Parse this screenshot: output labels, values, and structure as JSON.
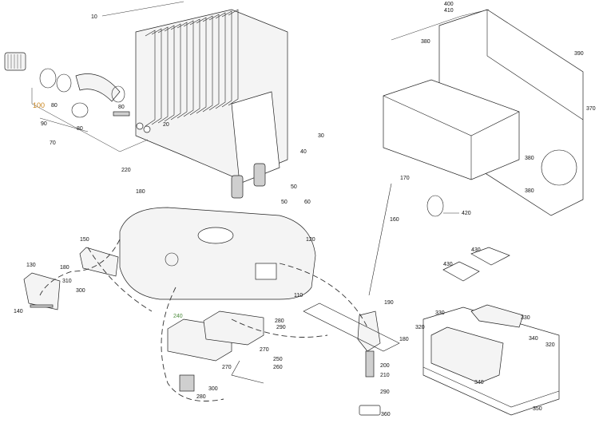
{
  "callouts": {
    "c10": "10",
    "c20": "20",
    "c30": "30",
    "c40": "40",
    "c50a": "50",
    "c50b": "50",
    "c60": "60",
    "c70": "70",
    "c80a": "80",
    "c80b": "80",
    "c80c": "80",
    "c90": "90",
    "c100": "100",
    "c110": "110",
    "c120": "120",
    "c130": "130",
    "c140": "140",
    "c150": "150",
    "c160": "160",
    "c170": "170",
    "c180a": "180",
    "c180b": "180",
    "c180c": "180",
    "c190": "190",
    "c200": "200",
    "c210": "210",
    "c220": "220",
    "c240": "240",
    "c250": "250",
    "c260": "260",
    "c270a": "270",
    "c270b": "270",
    "c280a": "280",
    "c280b": "280",
    "c290a": "290",
    "c290b": "290",
    "c300a": "300",
    "c300b": "300",
    "c310": "310",
    "c320a": "320",
    "c320b": "320",
    "c330a": "330",
    "c330b": "330",
    "c340a": "340",
    "c340b": "340",
    "c350": "350",
    "c360": "360",
    "c370": "370",
    "c380a": "380",
    "c380b": "380",
    "c380c": "380",
    "c390": "390",
    "c400": "400",
    "c410": "410",
    "c420": "420",
    "c430a": "430",
    "c430b": "430"
  },
  "colors": {
    "accent_label": "#c8841e",
    "green_label": "#4a8a3a",
    "line": "#222222"
  }
}
